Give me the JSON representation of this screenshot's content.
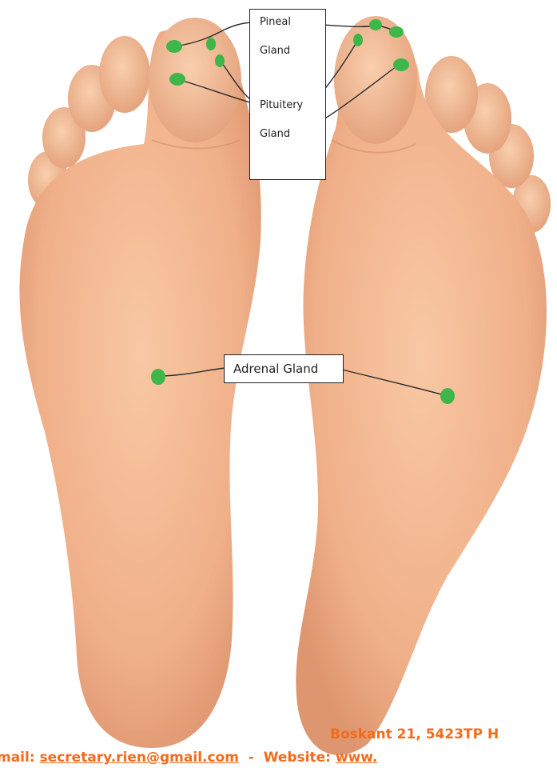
{
  "labels": {
    "pineal": "Pineal",
    "pineal_gland": "Gland",
    "pituitary": "Pituitery",
    "pituitary_gland": "Gland",
    "adrenal": "Adrenal Gland"
  },
  "footer": {
    "address": "Boskant 21, 5423TP H",
    "email_prefix": "mail: ",
    "email": "secretary.rien@gmail.com",
    "separator": "  -  ",
    "website_prefix": "Website: ",
    "website": "www."
  },
  "colors": {
    "skin": "#f2b690",
    "skin_shadow": "#e39e78",
    "point": "#3fb649",
    "footer_text": "#f26b1d"
  }
}
